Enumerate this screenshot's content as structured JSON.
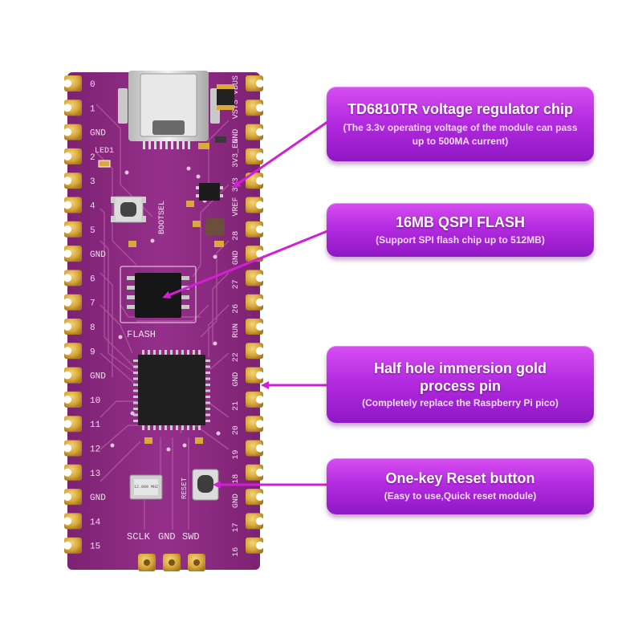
{
  "callouts": [
    {
      "title": "TD6810TR voltage regulator chip",
      "subtitle": "(The 3.3v operating voltage of the module can pass up to 500MA current)"
    },
    {
      "title": "16MB QSPI FLASH",
      "subtitle": "(Support SPI flash chip up to 512MB)"
    },
    {
      "title": "Half hole immersion gold process pin",
      "subtitle": "(Completely replace the Raspberry Pi pico)"
    },
    {
      "title": "One-key Reset button",
      "subtitle": "(Easy to use,Quick reset module)"
    }
  ],
  "board": {
    "left_pins": [
      "0",
      "1",
      "GND",
      "2",
      "3",
      "4",
      "5",
      "GND",
      "6",
      "7",
      "8",
      "9",
      "GND",
      "10",
      "11",
      "12",
      "13",
      "GND",
      "14",
      "15"
    ],
    "right_pins": [
      "VBUS",
      "VSYS",
      "GND",
      "3V3_EN",
      "3V3",
      "VREF",
      "28",
      "GND",
      "27",
      "26",
      "RUN",
      "22",
      "GND",
      "21",
      "20",
      "19",
      "18",
      "GND",
      "17",
      "16"
    ],
    "labels": {
      "led": "LED1",
      "bootsel": "BOOTSEL",
      "flash": "FLASH",
      "reset": "RESET",
      "sclk": "SCLK",
      "gnd": "GND",
      "swd": "SWD",
      "crystal": "12.000 MHZ"
    }
  },
  "colors": {
    "pcb": "#8a2a7e",
    "gold": "#d9a93c",
    "callout": "#b42ce0",
    "arrow": "#d21fd6"
  }
}
